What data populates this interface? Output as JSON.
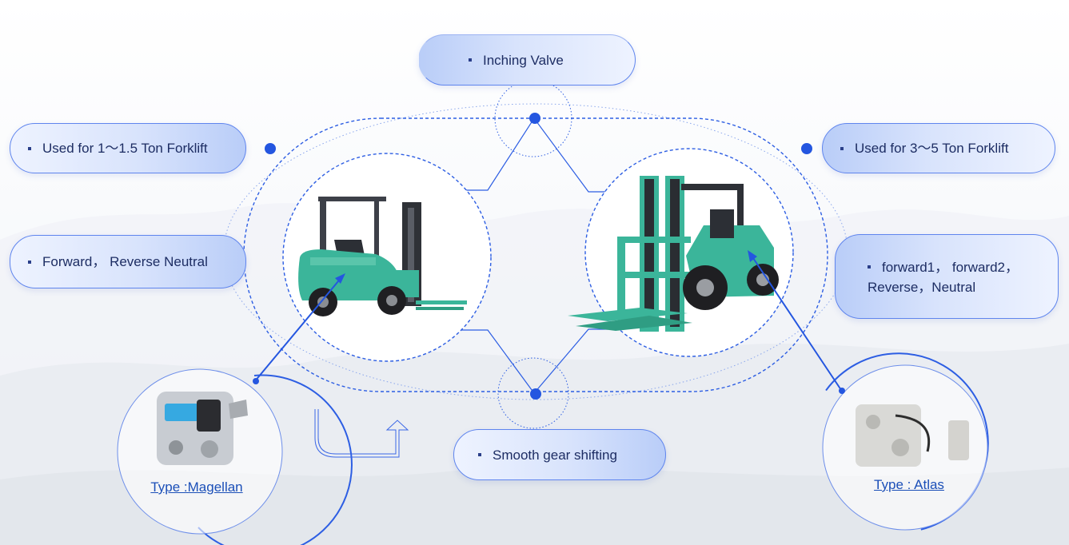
{
  "labels": {
    "inching": "Inching Valve",
    "left_capacity": "Used for 1～1.5 Ton Forklift",
    "left_gears": "Forward， Reverse Neutral",
    "right_capacity": "Used for 3～5 Ton Forklift",
    "right_gears_line1": "forward1， forward2，",
    "right_gears_line2": "Reverse，Neutral",
    "smooth": "Smooth gear shifting"
  },
  "types": {
    "left": "Type :Magellan",
    "right": "Type : Atlas"
  },
  "icons": {
    "left_forklift": "small-forklift-image",
    "right_forklift": "large-forklift-image",
    "left_valve": "magellan-valve-image",
    "right_valve": "atlas-valve-image"
  },
  "colors": {
    "accent": "#2456e0",
    "forklift_green": "#3bb59a",
    "pill_border": "#5f85ee",
    "text_dark": "#1d2d63",
    "link": "#1b4fb8"
  }
}
